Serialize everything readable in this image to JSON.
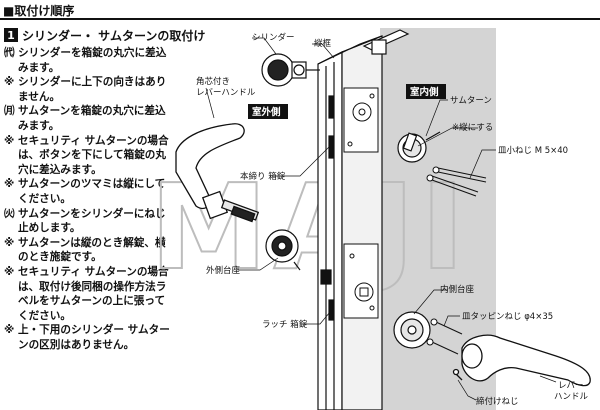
{
  "header": {
    "title": "■取付け順序"
  },
  "section": {
    "number": "1",
    "title": "シリンダー・ サムターンの取付け",
    "instructions": [
      {
        "mark": "㈹",
        "text": "シリンダーを箱錠の丸穴に差込\nみます。"
      },
      {
        "mark": "※",
        "text": "シリンダーに上下の向きはあり\nません。"
      },
      {
        "mark": "㈪",
        "text": "サムターンを箱錠の丸穴に差込\nみます。"
      },
      {
        "mark": "※",
        "text": "セキュリティ サムターンの場合\nは、ボタンを下にして箱錠の丸\n穴に差込みます。"
      },
      {
        "mark": "※",
        "text": "サムターンのツマミは縦にして\nください。"
      },
      {
        "mark": "㈫",
        "text": "サムターンをシリンダーにねじ\n止めします。"
      },
      {
        "mark": "※",
        "text": "サムターンは縦のとき解錠、横\nのとき施錠です。"
      },
      {
        "mark": "※",
        "text": "セキュリティ サムターンの場合\nは、取付け後同梱の操作方法ラ\nベルをサムターンの上に張って\nください。"
      },
      {
        "mark": "※",
        "text": "上・下用のシリンダー サムター\nンの区別はありません。"
      }
    ]
  },
  "figure": {
    "labels": {
      "cylinder": "シリンダー",
      "frame": "縦框",
      "lever_square_1": "角芯付き",
      "lever_square_2": "レバーハンドル",
      "outside": "室外側",
      "inside": "室内側",
      "thumbturn": "サムターン",
      "vertical_note": "※縦にする",
      "small_screw": "皿小ねじ M 5×40",
      "deadbolt_lock": "本締り 箱錠",
      "outer_rose": "外側台座",
      "inner_rose": "内側台座",
      "tapping_screw": "皿タッピンねじ φ4×35",
      "latch_lock": "ラッチ 箱錠",
      "lever_handle_1": "レバー",
      "lever_handle_2": "ハンドル",
      "set_screw": "締付けねじ"
    },
    "watermark": "MAJI"
  }
}
